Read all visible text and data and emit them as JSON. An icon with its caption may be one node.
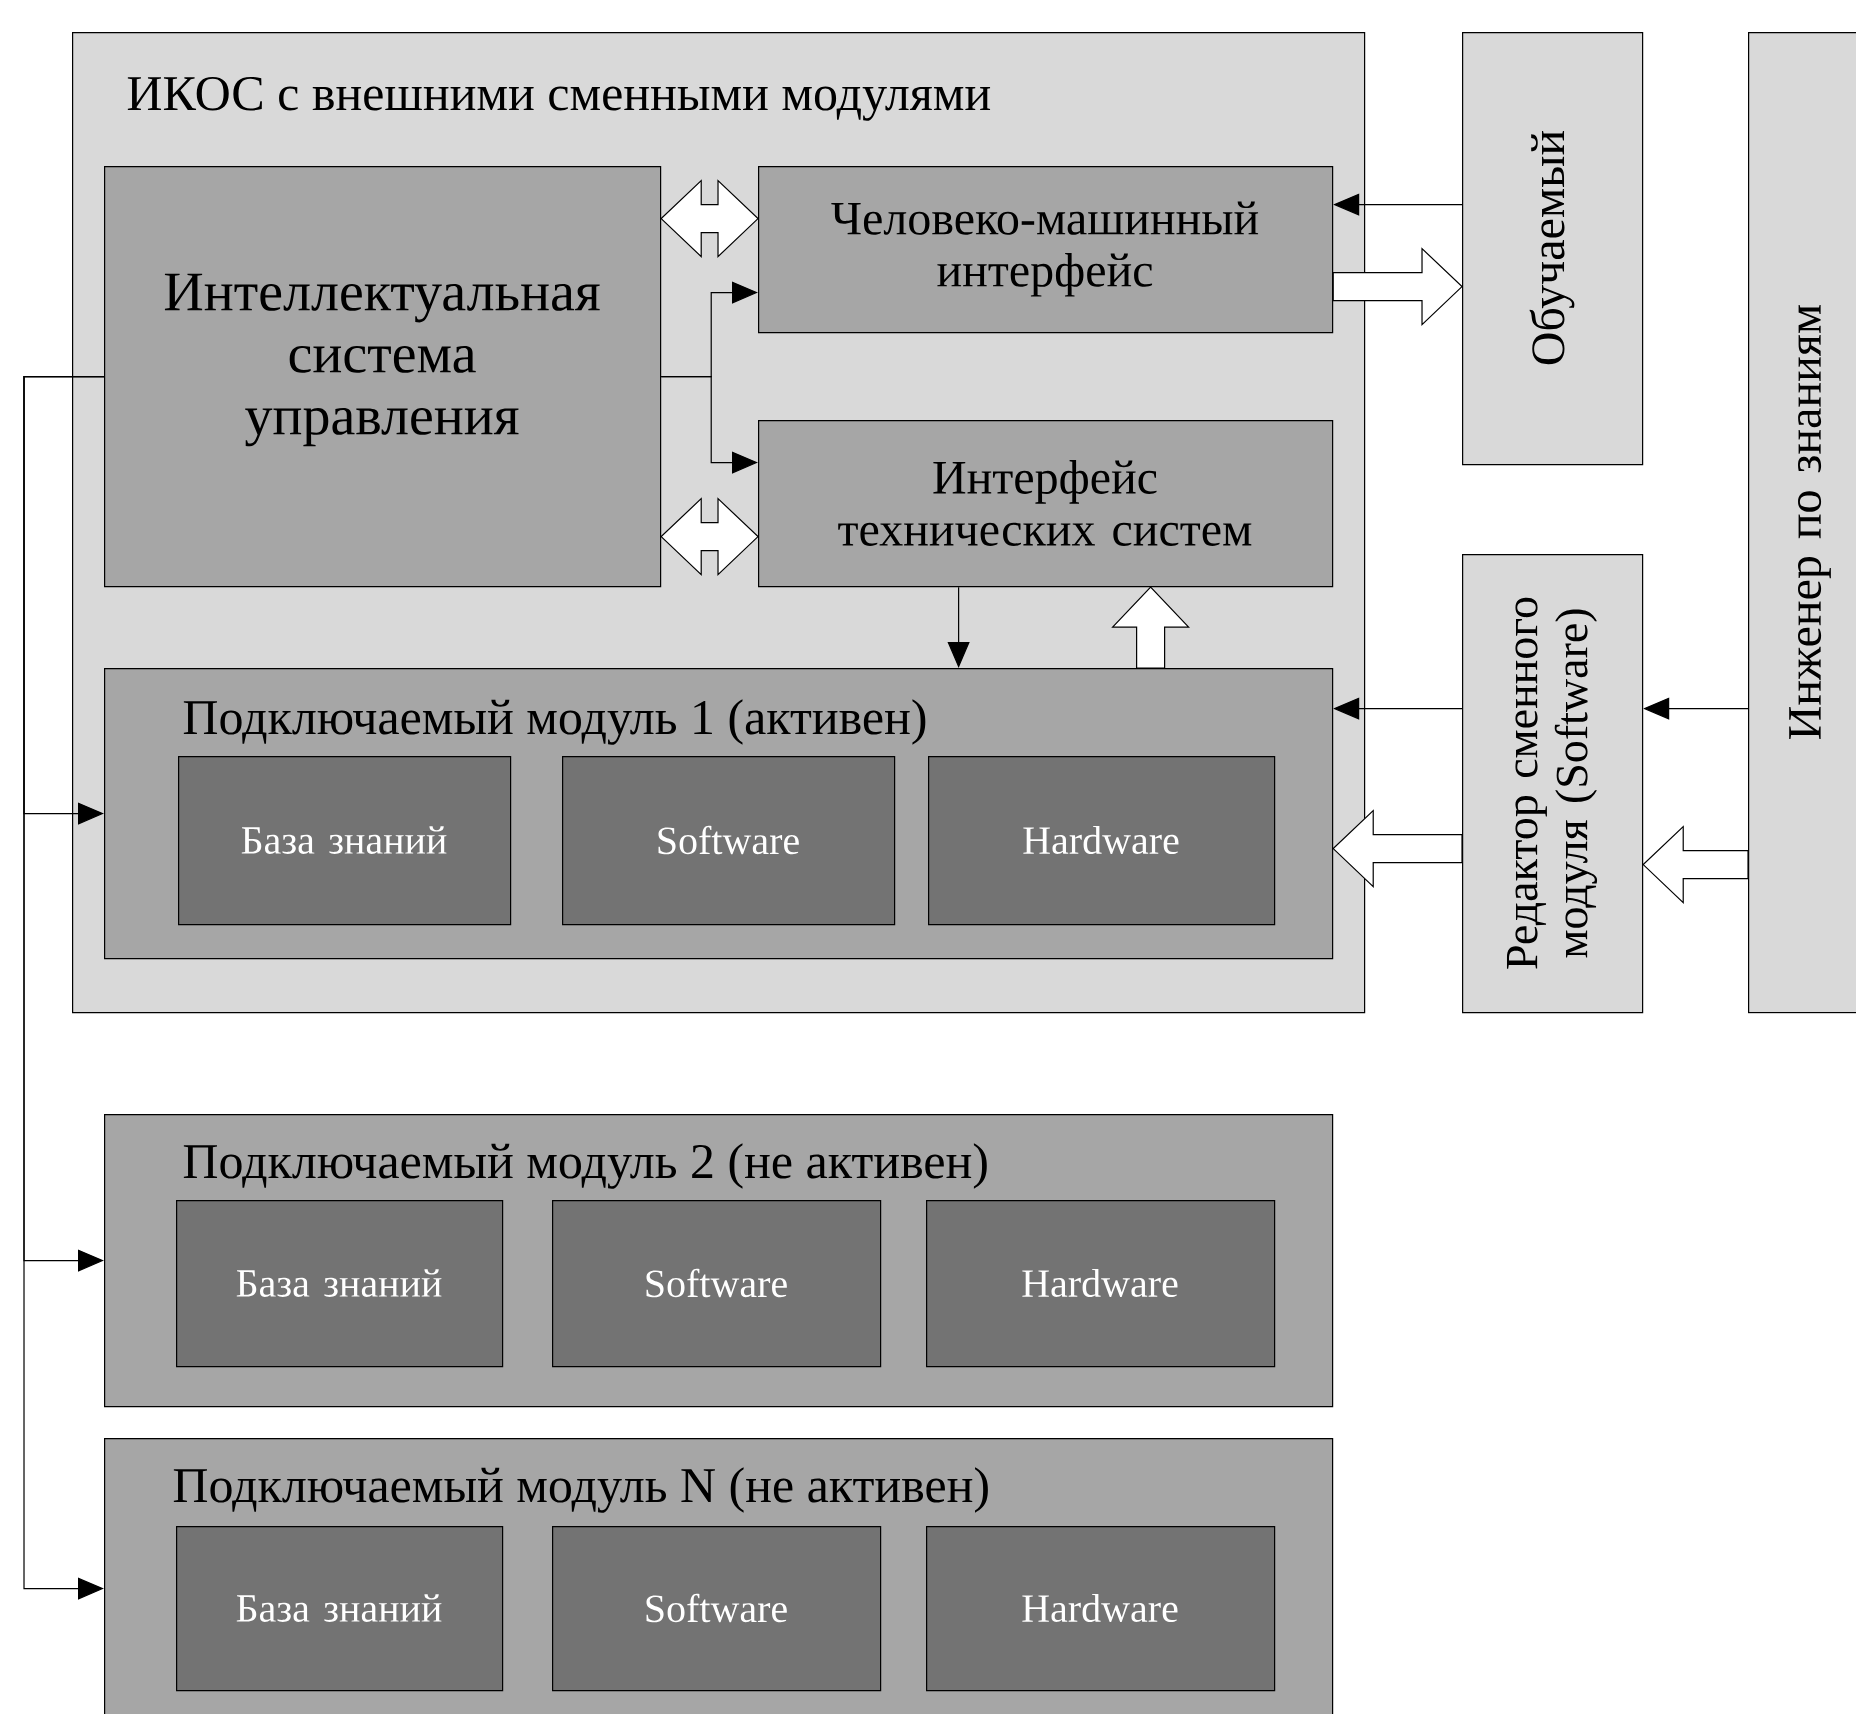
{
  "diagram": {
    "nodes": [
      {
        "text": [
          "ИКОС с внешними сменными модулями"
        ]
      },
      {
        "text": [
          "Интеллектуальная система управления"
        ],
        "in": 0
      },
      {
        "text": [
          "Человеко-машинный интерфейс"
        ],
        "in": 0
      },
      {
        "text": [
          "Интерфейс технических систем"
        ],
        "in": 0
      },
      {
        "text": [
          "Подключаемый модуль 1 (активен)"
        ],
        "in": 0
      },
      {
        "text": [
          "База знаний"
        ],
        "in": 4
      },
      {
        "text": [
          "Software"
        ],
        "in": 4
      },
      {
        "text": [
          "Hardware"
        ],
        "in": 4
      },
      {
        "text": [
          "Обучаемый"
        ]
      },
      {
        "text": [
          "Редактор сменного модуля (Software)"
        ]
      },
      {
        "text": [
          "Инженер по знаниям"
        ]
      },
      {
        "text": [
          "Подключаемый модуль 2 (не активен)"
        ]
      },
      {
        "text": [
          "База знаний"
        ],
        "in": 11
      },
      {
        "text": [
          "Software"
        ],
        "in": 11
      },
      {
        "text": [
          "Hardware"
        ],
        "in": 11
      },
      {
        "text": [
          "Подключаемый модуль N (не активен)"
        ]
      },
      {
        "text": [
          "База знаний"
        ],
        "in": 15
      },
      {
        "text": [
          "Software"
        ],
        "in": 15
      },
      {
        "text": [
          "Hardware"
        ],
        "in": 15
      }
    ],
    "edges": [
      {
        "from": 1,
        "to": 2,
        "arrow": "both",
        "style": "thick"
      },
      {
        "from": 1,
        "to": 3,
        "arrow": "both",
        "style": "thick"
      },
      {
        "from": 1,
        "to": 2,
        "arrow": "to"
      },
      {
        "from": 1,
        "to": 3,
        "arrow": "to"
      },
      {
        "from": 8,
        "to": 2,
        "arrow": "to"
      },
      {
        "from": 2,
        "to": 8,
        "arrow": "to",
        "style": "thick"
      },
      {
        "from": 3,
        "to": 4,
        "arrow": "to"
      },
      {
        "from": 4,
        "to": 3,
        "arrow": "to",
        "style": "thick"
      },
      {
        "from": 9,
        "to": 4,
        "arrow": "to"
      },
      {
        "from": 9,
        "to": 4,
        "arrow": "to",
        "style": "thick"
      },
      {
        "from": 10,
        "to": 9,
        "arrow": "to"
      },
      {
        "from": 10,
        "to": 9,
        "arrow": "to",
        "style": "thick"
      },
      {
        "from": 1,
        "to": 4,
        "arrow": "to"
      },
      {
        "from": 1,
        "to": 11,
        "arrow": "to"
      },
      {
        "from": 1,
        "to": 15,
        "arrow": "to"
      }
    ]
  }
}
